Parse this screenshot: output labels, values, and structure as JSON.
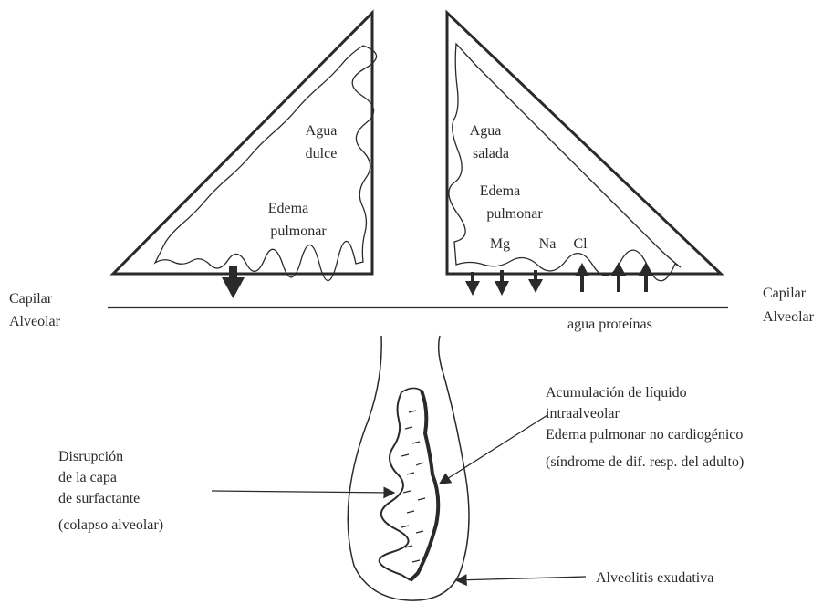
{
  "left_triangle": {
    "line1": "Agua",
    "line2": "dulce",
    "edema_line1": "Edema",
    "edema_line2": "pulmonar"
  },
  "right_triangle": {
    "line1": "Agua",
    "line2": "salada",
    "edema_line1": "Edema",
    "edema_line2": "pulmonar",
    "ions": [
      "Mg",
      "Na",
      "Cl"
    ]
  },
  "membrane": {
    "left_top": "Capilar",
    "left_bottom": "Alveolar",
    "right_top": "Capilar",
    "right_bottom": "Alveolar",
    "bottom_caption": "agua proteínas"
  },
  "alveolus": {
    "label_left": [
      "Disrupción",
      "de la capa",
      "de surfactante",
      "(colapso alveolar)"
    ],
    "label_right": [
      "Acumulación de líquido",
      "intraalveolar",
      "Edema pulmonar no cardiogénico",
      "(síndrome de dif. resp. del adulto)"
    ],
    "label_bottom": "Alveolitis exudativa"
  },
  "colors": {
    "ink": "#2a2a2a",
    "paper": "#ffffff"
  }
}
